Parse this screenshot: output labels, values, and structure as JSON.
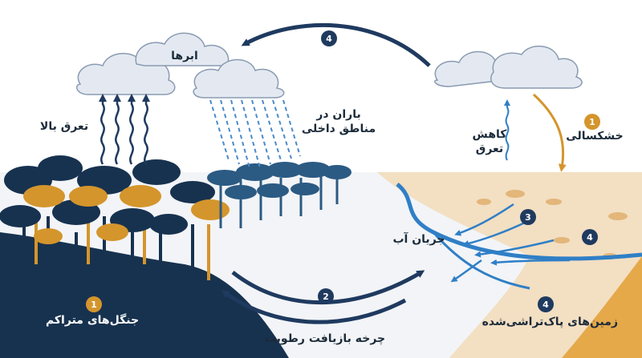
{
  "labels": {
    "clouds": "ابرها",
    "transpiration_up": "تعرق بالا",
    "rain_inland": "باران در\nمناطق داخلی",
    "reduced_transpiration": "کاهش\nتعرق",
    "drought": "خشکسالی",
    "water_flow": "جریان آب",
    "dense_forests": "جنگل‌های متراکم",
    "moisture_recycling": "چرخه بازیافت رطوبت",
    "cleared_lands": "زمین‌های پاک‌تراشی‌شده"
  },
  "badges": {
    "top_arrow": "4",
    "drought": "1",
    "runoff_3": "3",
    "runoff_4": "4",
    "recycling": "2",
    "forest": "1",
    "cleared": "4"
  },
  "colors": {
    "navy": "#1f3a5f",
    "gold": "#d4952c",
    "rain_blue": "#4a8bc9",
    "river_blue": "#2f7fc6",
    "sand": "#f3dfc2",
    "sand_dark": "#e5b97f",
    "cloud": "#e4e9f1",
    "cloud_stroke": "#8a9bb2",
    "forest_dark": "#17324f",
    "forest_mid": "#2b5a83"
  }
}
